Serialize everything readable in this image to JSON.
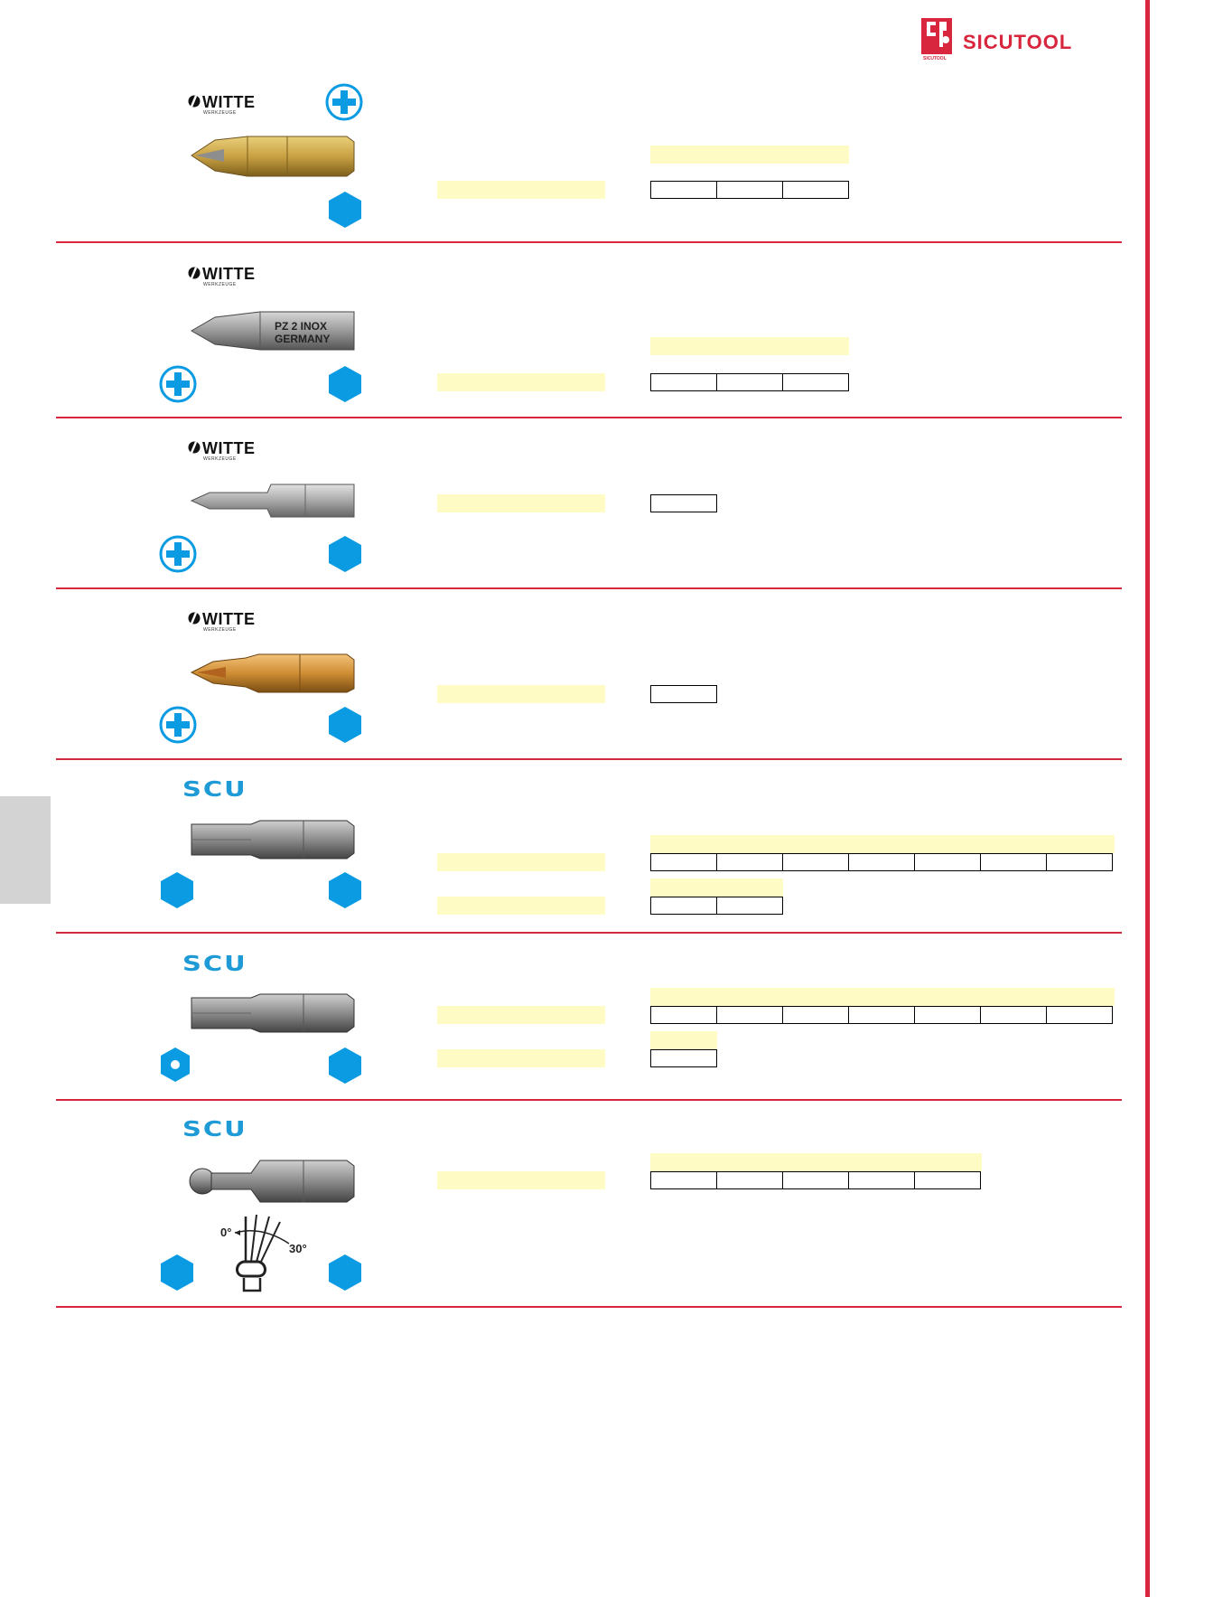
{
  "header": {
    "logo_text": "SICUTOOL",
    "logo_subtext": "SICUTOOL",
    "accent_color": "#d7263d"
  },
  "brands": {
    "witte": "WITTE",
    "witte_sub": "WERKZEUGE",
    "scu": "SCU"
  },
  "icons": {
    "phillips": "phillips-drive-icon",
    "hex": "hex-drive-icon",
    "hex_hole": "hex-socket-icon",
    "icon_color": "#0a9be3"
  },
  "products": [
    {
      "brand": "WITTE",
      "bit": "phillips-gold",
      "finish_color": "#c9a143"
    },
    {
      "brand": "WITTE",
      "bit": "pozidriv-inox",
      "engraving_line1": "PZ 2  INOX",
      "engraving_line2": "GERMANY",
      "finish_color": "#9a9a9a"
    },
    {
      "brand": "WITTE",
      "bit": "phillips-steel",
      "finish_color": "#a8a8a8"
    },
    {
      "brand": "WITTE",
      "bit": "phillips-tin",
      "finish_color": "#cf8d33"
    },
    {
      "brand": "SCU",
      "bit": "hex"
    },
    {
      "brand": "SCU",
      "bit": "hex-tamper"
    },
    {
      "brand": "SCU",
      "bit": "ball-hex",
      "angle_min": "0°",
      "angle_max": "30°"
    }
  ]
}
